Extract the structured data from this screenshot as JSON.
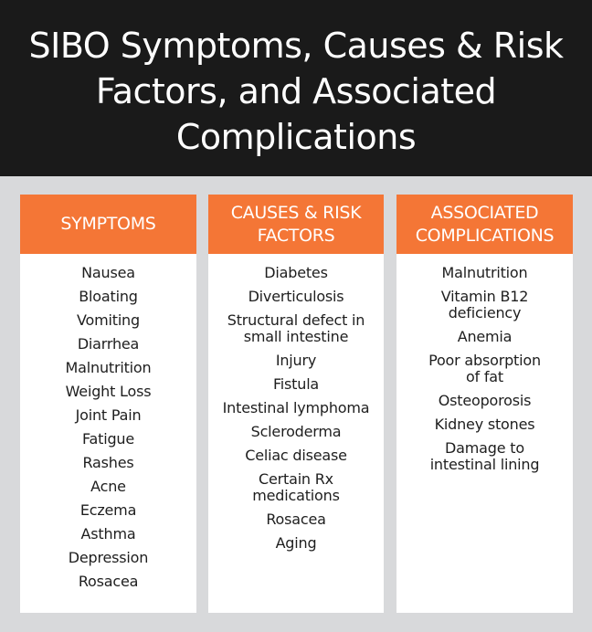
{
  "title": "SIBO Symptoms, Causes & Risk Factors, and Associated Complications",
  "colors": {
    "title_background": "#1a1a1a",
    "page_background": "#d8d9db",
    "header_accent": "#f47636",
    "panel_background": "#ffffff"
  },
  "columns": [
    {
      "header": "SYMPTOMS",
      "items": [
        "Nausea",
        "Bloating",
        "Vomiting",
        "Diarrhea",
        "Malnutrition",
        "Weight Loss",
        "Joint Pain",
        "Fatigue",
        "Rashes",
        "Acne",
        "Eczema",
        "Asthma",
        "Depression",
        "Rosacea"
      ]
    },
    {
      "header": "CAUSES & RISK FACTORS",
      "items": [
        "Diabetes",
        "Diverticulosis",
        "Structural defect in\nsmall intestine",
        "Injury",
        "Fistula",
        "Intestinal lymphoma",
        "Scleroderma",
        "Celiac disease",
        "Certain Rx\nmedications",
        "Rosacea",
        "Aging"
      ]
    },
    {
      "header": "ASSOCIATED COMPLICATIONS",
      "items": [
        "Malnutrition",
        "Vitamin B12\ndeficiency",
        "Anemia",
        "Poor absorption\nof fat",
        "Osteoporosis",
        "Kidney stones",
        "Damage to\nintestinal lining"
      ]
    }
  ]
}
